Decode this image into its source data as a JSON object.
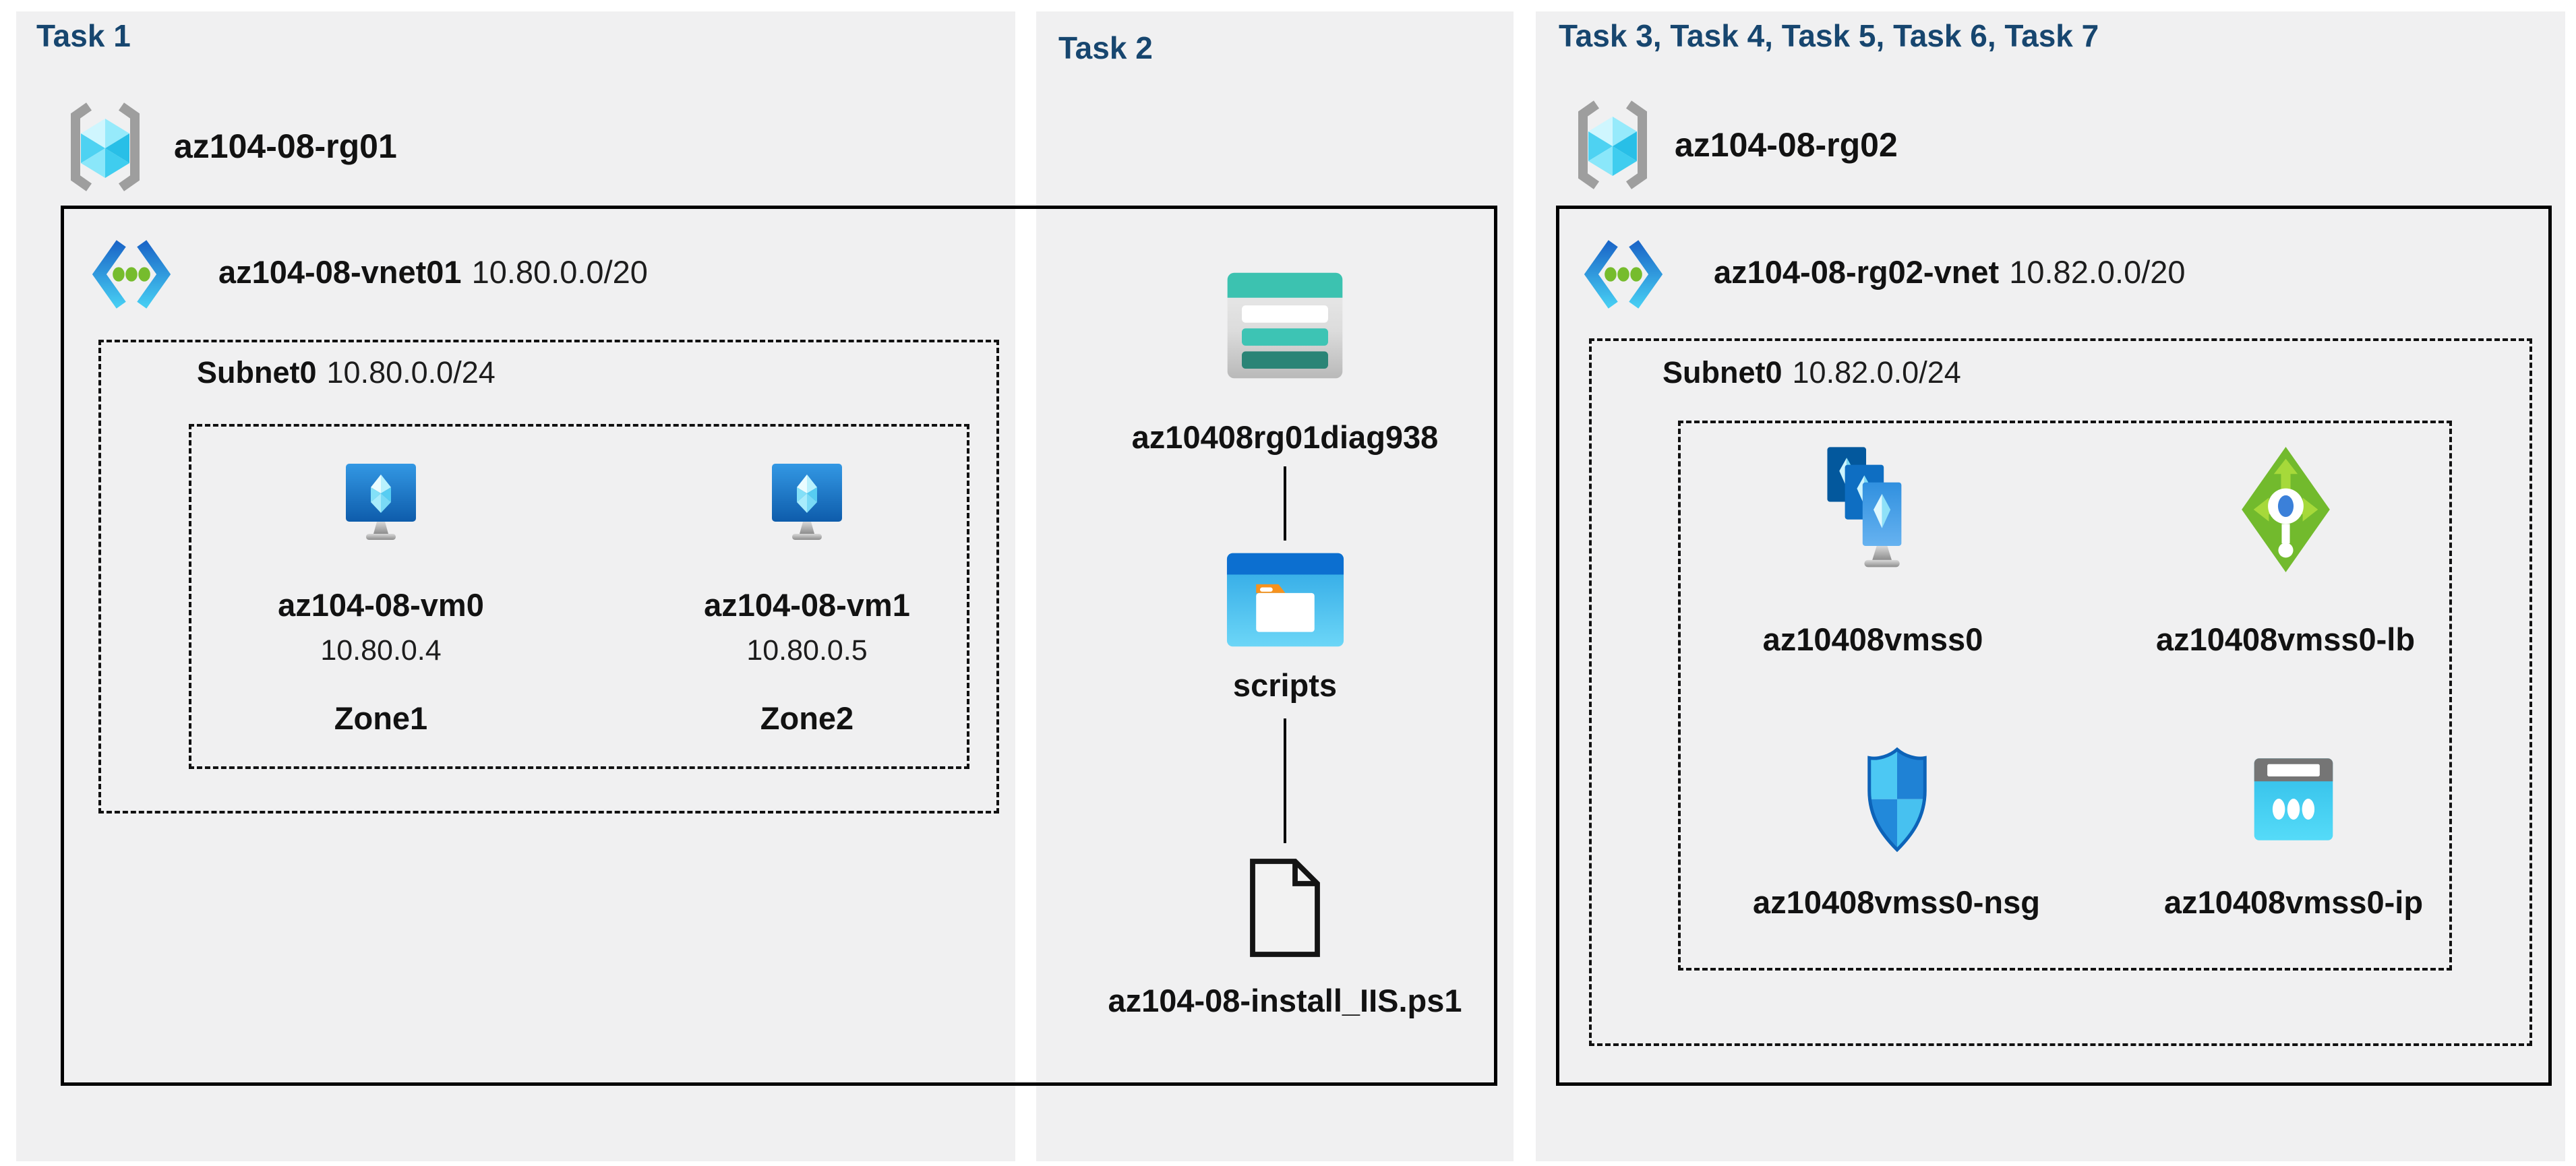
{
  "colors": {
    "title_accent": "#17466F",
    "panel_bg": "#F0F0F1",
    "page_bg": "#FFFFFF",
    "box_line": "#000000",
    "storage_teal": "#3CC2B0",
    "folder_blue": "#0C6FD0",
    "lb_green": "#72BA2D",
    "azure_blue": "#0F72C8",
    "cyan": "#4CC8F3"
  },
  "panels": {
    "task1": {
      "title": "Task 1",
      "resource_group": {
        "name": "az104-08-rg01",
        "icon": "resource-group-icon"
      },
      "vnet": {
        "name": "az104-08-vnet01",
        "cidr": "10.80.0.0/20",
        "icon": "virtual-network-icon"
      },
      "subnet": {
        "name": "Subnet0",
        "cidr": "10.80.0.0/24"
      },
      "vms": [
        {
          "name": "az104-08-vm0",
          "ip": "10.80.0.4",
          "zone": "Zone1",
          "icon": "virtual-machine-icon"
        },
        {
          "name": "az104-08-vm1",
          "ip": "10.80.0.5",
          "zone": "Zone2",
          "icon": "virtual-machine-icon"
        }
      ]
    },
    "task2": {
      "title": "Task 2",
      "storage_account": {
        "name": "az10408rg01diag938",
        "icon": "storage-account-icon"
      },
      "folder": {
        "name": "scripts",
        "icon": "folder-icon"
      },
      "script_file": {
        "name": "az104-08-install_IIS.ps1",
        "icon": "file-icon"
      }
    },
    "task3": {
      "title": "Task 3, Task 4, Task 5, Task 6, Task 7",
      "resource_group": {
        "name": "az104-08-rg02",
        "icon": "resource-group-icon"
      },
      "vnet": {
        "name": "az104-08-rg02-vnet",
        "cidr": "10.82.0.0/20",
        "icon": "virtual-network-icon"
      },
      "subnet": {
        "name": "Subnet0",
        "cidr": "10.82.0.0/24"
      },
      "resources": [
        {
          "name": "az10408vmss0",
          "icon": "vm-scale-set-icon"
        },
        {
          "name": "az10408vmss0-lb",
          "icon": "load-balancer-icon"
        },
        {
          "name": "az10408vmss0-nsg",
          "icon": "network-security-group-icon"
        },
        {
          "name": "az10408vmss0-ip",
          "icon": "public-ip-icon"
        }
      ]
    }
  }
}
